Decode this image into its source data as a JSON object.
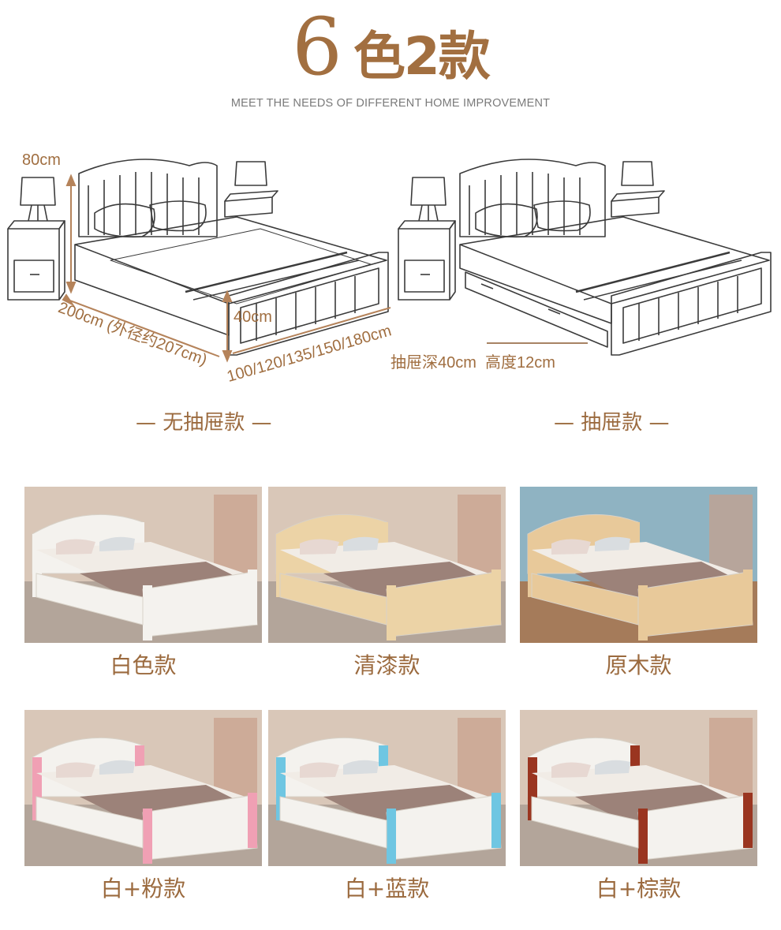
{
  "header": {
    "title_number": "6",
    "title_text": "色2款",
    "subtitle": "MEET THE NEEDS OF DIFFERENT HOME IMPROVEMENT"
  },
  "diagram": {
    "height_label": "80cm",
    "length_label": "200cm (外径约207cm)",
    "foot_height_label": "40cm",
    "width_label": "100/120/135/150/180cm",
    "drawer_label": "抽屉深40cm  高度12cm"
  },
  "styles": {
    "no_drawer": "— 无抽屉款 —",
    "drawer": "— 抽屉款 —"
  },
  "colors": [
    {
      "label": "白色款",
      "frame": "#f4f2ee",
      "accent": "#f4f2ee"
    },
    {
      "label": "清漆款",
      "frame": "#ecd3a6",
      "accent": "#ecd3a6"
    },
    {
      "label": "原木款",
      "frame": "#e8c99a",
      "accent": "#e8c99a"
    },
    {
      "label": "白+粉款",
      "frame": "#f4f2ee",
      "accent": "#f0a0b4"
    },
    {
      "label": "白+蓝款",
      "frame": "#f4f2ee",
      "accent": "#6fc6e2"
    },
    {
      "label": "白+棕款",
      "frame": "#f4f2ee",
      "accent": "#9a3520"
    }
  ],
  "theme": {
    "accent": "#a26f40"
  }
}
